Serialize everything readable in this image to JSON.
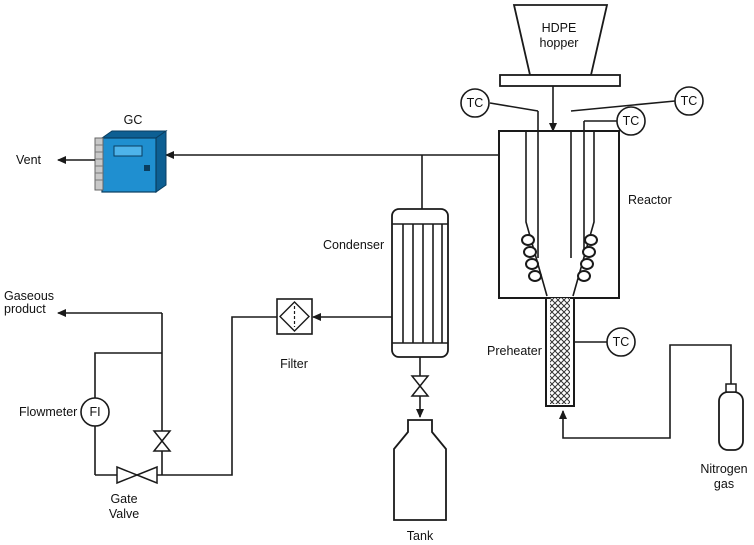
{
  "labels": {
    "hopper_line1": "HDPE",
    "hopper_line2": "hopper",
    "gc": "GC",
    "vent": "Vent",
    "reactor": "Reactor",
    "condenser": "Condenser",
    "gaseous_line1": "Gaseous",
    "gaseous_line2": "product",
    "filter": "Filter",
    "preheater": "Preheater",
    "flowmeter": "Flowmeter",
    "fi": "FI",
    "gate_line1": "Gate",
    "gate_line2": "Valve",
    "tank": "Tank",
    "nitrogen_line1": "Nitrogen",
    "nitrogen_line2": "gas",
    "tc": "TC"
  },
  "colors": {
    "gc_unit": "#1f8fd0",
    "gc_unit_dark": "#0d5f93",
    "line": "#1a1a1a"
  }
}
